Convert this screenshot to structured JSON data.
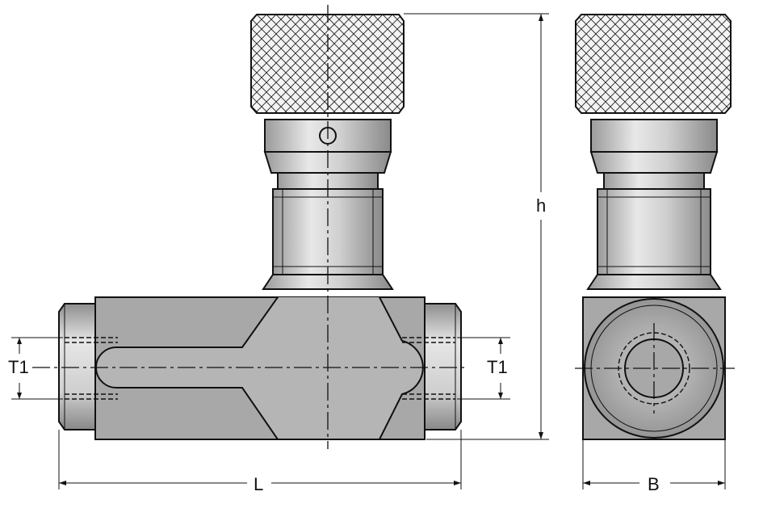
{
  "labels": {
    "thread_left": "T1",
    "thread_right": "T1",
    "height": "h",
    "length": "L",
    "width": "B"
  },
  "colors": {
    "line": "#111111",
    "metal_light": "#e2e2e2",
    "metal_mid": "#b8b8b8",
    "metal_dark": "#8c8c8c",
    "body": "#a9a9a9"
  }
}
